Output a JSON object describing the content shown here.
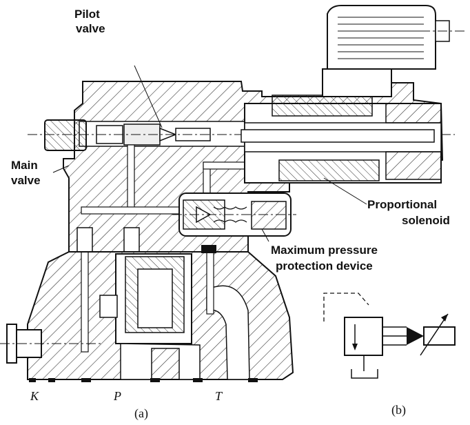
{
  "labels": {
    "pilot_valve_line1": "Pilot",
    "pilot_valve_line2": "valve",
    "main_valve_line1": "Main",
    "main_valve_line2": "valve",
    "proportional_solenoid_line1": "Proportional",
    "proportional_solenoid_line2": "solenoid",
    "max_pressure_line1": "Maximum pressure",
    "max_pressure_line2": "protection device",
    "port_k": "K",
    "port_p": "P",
    "port_t": "T",
    "caption_a": "(a)",
    "caption_b": "(b)"
  },
  "colors": {
    "line": "#111111",
    "hatch": "#333333",
    "background": "#ffffff"
  }
}
